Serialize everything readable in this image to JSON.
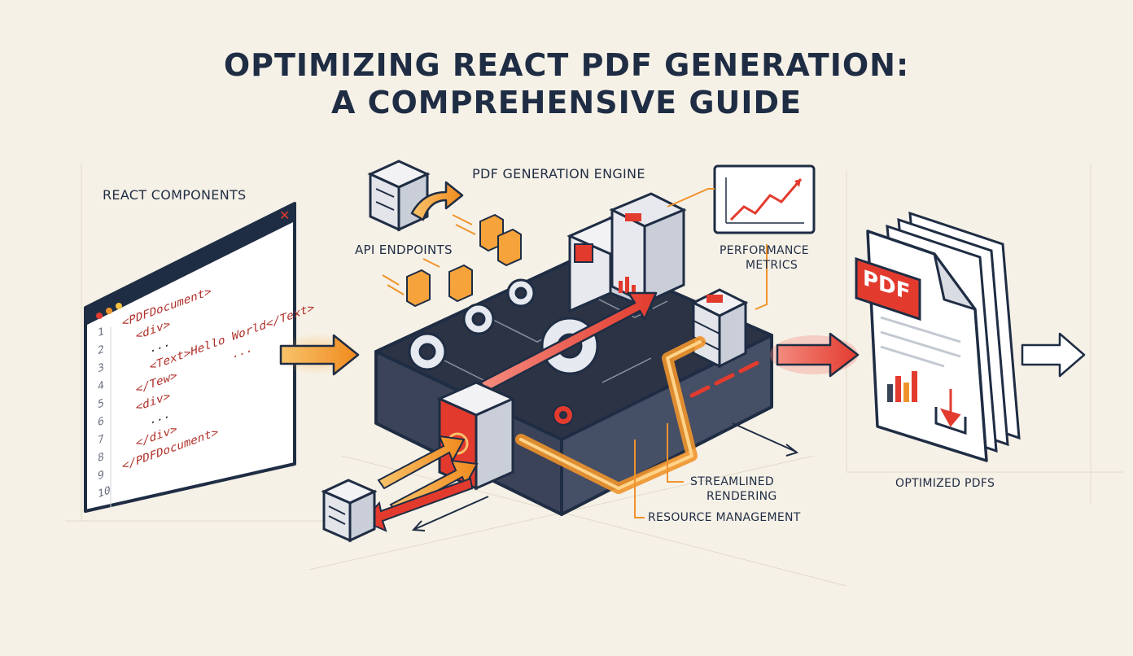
{
  "title": {
    "line1": "OPTIMIZING REACT PDF GENERATION:",
    "line2": "A COMPREHENSIVE GUIDE"
  },
  "labels": {
    "react_components": "REACT COMPONENTS",
    "pdf_engine": "PDF GENERATION ENGINE",
    "api_endpoints": "API ENDPOINTS",
    "performance_metrics_1": "PERFORMANCE",
    "performance_metrics_2": "METRICS",
    "streamlined_1": "STREAMLINED",
    "streamlined_2": "RENDERING",
    "resource_management": "RESOURCE MANAGEMENT",
    "optimized_pdfs": "OPTIMIZED PDFS",
    "pdf_badge": "PDF"
  },
  "code": {
    "lines": [
      {
        "num": "1",
        "text": "<PDFDocument>"
      },
      {
        "num": "2",
        "text": "  <div>"
      },
      {
        "num": "3",
        "text": "    ..."
      },
      {
        "num": "4",
        "text": "    <Text>Hello World</Text>"
      },
      {
        "num": "5",
        "text": "  </Tew>        ..."
      },
      {
        "num": "6",
        "text": "  <div>"
      },
      {
        "num": "7",
        "text": "    ..."
      },
      {
        "num": "8",
        "text": "  </div>"
      },
      {
        "num": "9",
        "text": "</PDFDocument>"
      },
      {
        "num": "10",
        "text": ""
      }
    ]
  },
  "colors": {
    "navy": "#1f2d44",
    "red": "#e23b2e",
    "orange": "#f0932b",
    "background": "#f6f1e7",
    "platform": "#2b3345"
  }
}
